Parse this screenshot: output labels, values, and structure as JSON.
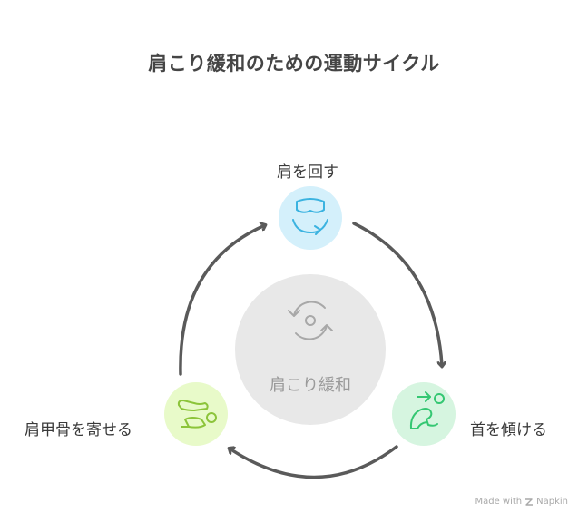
{
  "title": "肩こり緩和のための運動サイクル",
  "center": {
    "label": "肩こり緩和",
    "icon": "rotate-cycle-icon"
  },
  "steps": [
    {
      "label": "肩を回す",
      "icon": "shoulder-rotation-icon",
      "color": "#d4f0fb",
      "icon_color": "#3bb3e0"
    },
    {
      "label": "首を傾ける",
      "icon": "neck-tilt-icon",
      "color": "#d6f5e0",
      "icon_color": "#34c772"
    },
    {
      "label": "肩甲骨を寄せる",
      "icon": "shoulder-blade-squeeze-icon",
      "color": "#e8fac9",
      "icon_color": "#8cc43a"
    }
  ],
  "credit": {
    "text": "Made with",
    "brand": "Napkin"
  }
}
